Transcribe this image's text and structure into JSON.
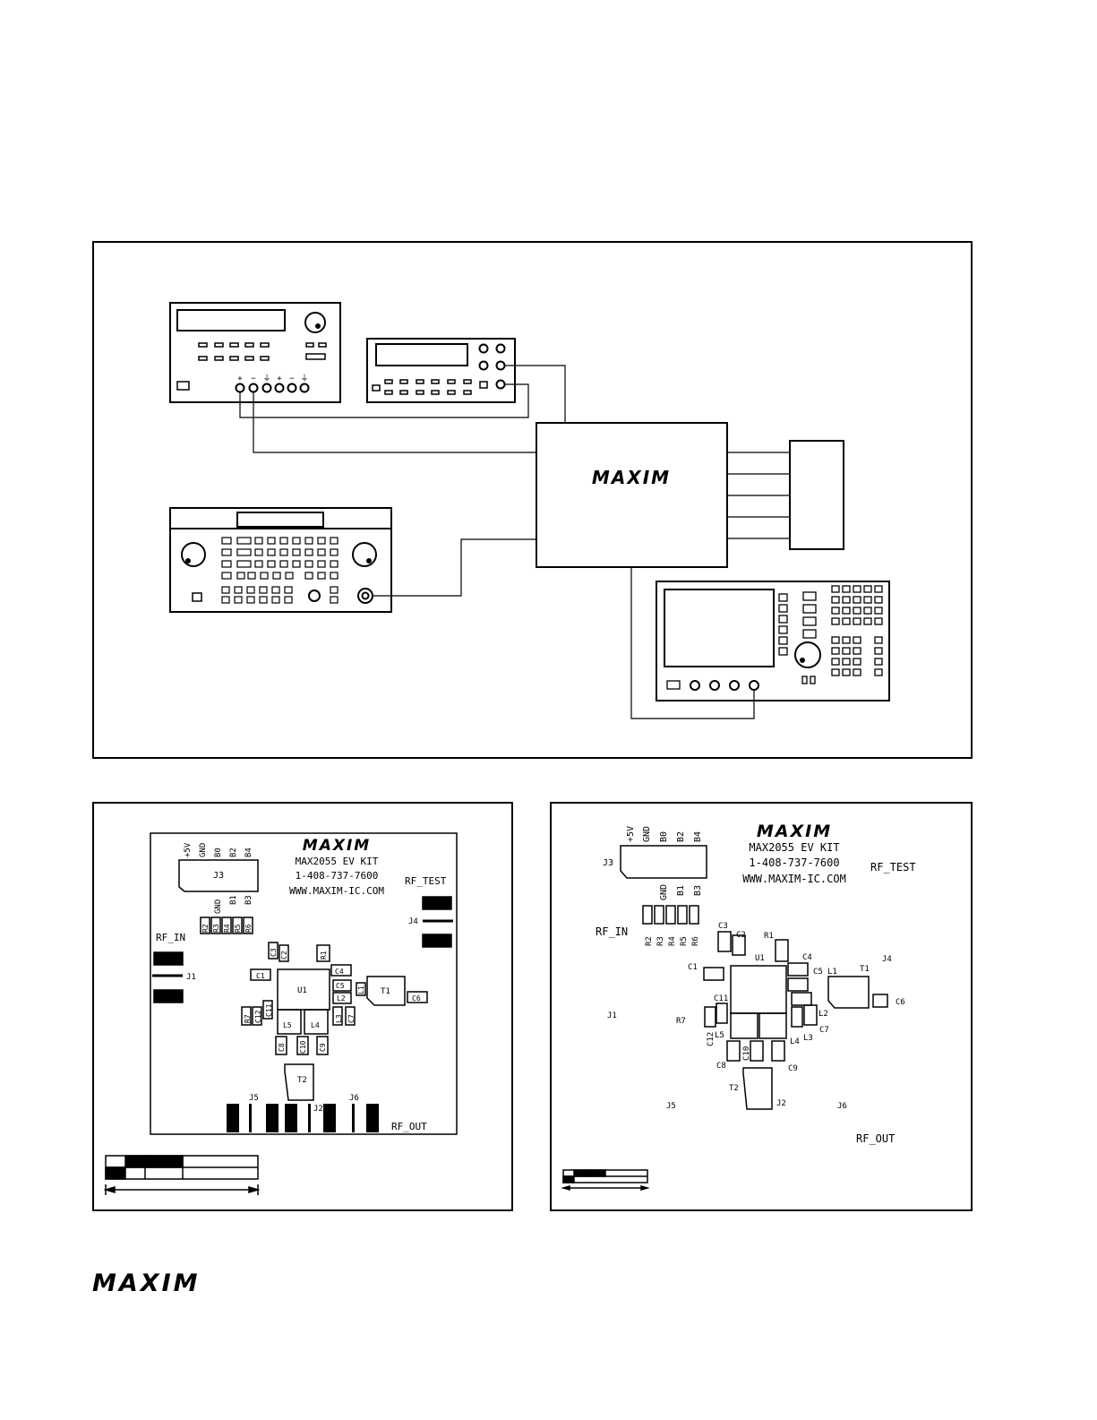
{
  "setup_diagram": {
    "brand_logo": "MAXIM",
    "power_supply_terminals": [
      "+",
      "−",
      "⏚",
      "+",
      "−",
      "⏚"
    ]
  },
  "ev_kit": {
    "logo": "MAXIM",
    "title": "MAX2055 EV KIT",
    "phone": "1-408-737-7600",
    "website": "WWW.MAXIM-IC.COM",
    "connector_labels": {
      "rf_in": "RF_IN",
      "rf_out": "RF_OUT",
      "rf_test": "RF_TEST",
      "j1": "J1",
      "j2": "J2",
      "j3": "J3",
      "j4": "J4",
      "j5": "J5",
      "j6": "J6"
    },
    "j3_pins_top": [
      "+5V",
      "GND",
      "B0",
      "B2",
      "B4"
    ],
    "j3_pins_bottom": [
      "GND",
      "B1",
      "B3"
    ],
    "resistors": [
      "R2",
      "R3",
      "R4",
      "R5",
      "R6"
    ],
    "components": {
      "u1": "U1",
      "t1": "T1",
      "t2": "T2",
      "c1": "C1",
      "c2": "C2",
      "c3": "C3",
      "c4": "C4",
      "c5": "C5",
      "c6": "C6",
      "c7": "C7",
      "c8": "C8",
      "c9": "C9",
      "c10": "C10",
      "c11": "C11",
      "c12": "C12",
      "l1": "L1",
      "l2": "L2",
      "l3": "L3",
      "l4": "L4",
      "l5": "L5",
      "r1": "R1",
      "r7": "R7"
    }
  },
  "footer": {
    "logo": "MAXIM"
  }
}
